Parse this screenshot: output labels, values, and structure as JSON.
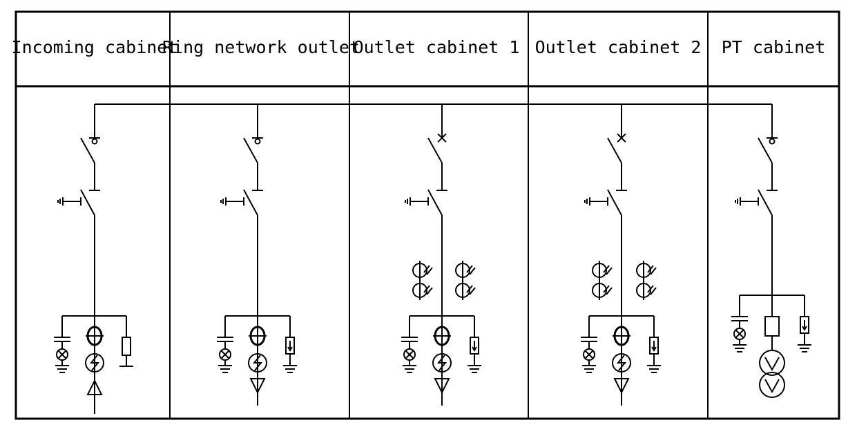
{
  "columns": [
    {
      "id": "incoming",
      "label": "Incoming cabinet"
    },
    {
      "id": "ring",
      "label": "Ring network outlet"
    },
    {
      "id": "outlet1",
      "label": "Outlet cabinet 1"
    },
    {
      "id": "outlet2",
      "label": "Outlet cabinet 2"
    },
    {
      "id": "pt",
      "label": "PT cabinet"
    }
  ]
}
